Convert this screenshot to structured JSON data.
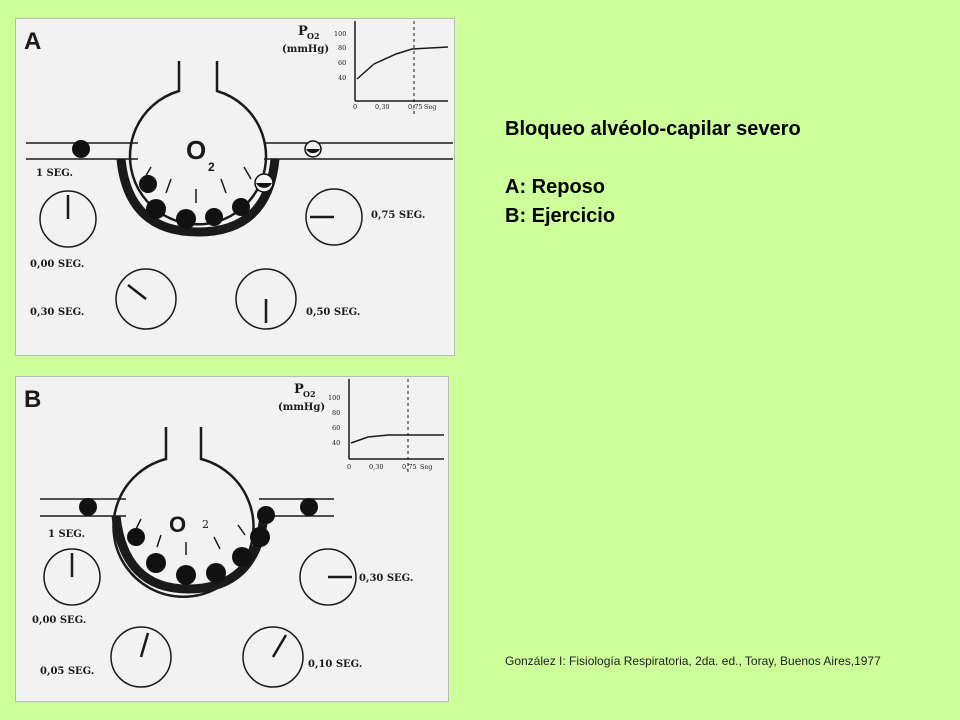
{
  "title": "Bloqueo alvéolo-capilar severo",
  "labels": {
    "a": "A: Reposo",
    "b": "B: Ejercicio"
  },
  "citation": "González I: Fisiología Respiratoria, 2da. ed., Toray, Buenos Aires,1977",
  "panel_a": {
    "letter": "A",
    "graph": {
      "title_main": "P",
      "title_sub": "O2",
      "unit": "(mmHg)",
      "y_ticks": [
        "100",
        "80",
        "60",
        "40"
      ],
      "x_ticks": [
        "0",
        "0,30",
        "0,75",
        "Seg"
      ]
    },
    "chamber_label": "O",
    "chamber_sub": "2",
    "clock_labels": [
      "1 SEG.",
      "0,75 SEG.",
      "0,00 SEG.",
      "0,30 SEG.",
      "0,50 SEG."
    ]
  },
  "panel_b": {
    "letter": "B",
    "graph": {
      "title_main": "P",
      "title_sub": "O2",
      "unit": "(mmHg)",
      "y_ticks": [
        "100",
        "80",
        "60",
        "40"
      ],
      "x_ticks": [
        "0",
        "0,30",
        "0,75",
        "Seg"
      ]
    },
    "chamber_label": "O",
    "chamber_sub": "2",
    "clock_labels": [
      "1 SEG.",
      "0,30 SEG.",
      "0,00 SEG.",
      "0,05 SEG.",
      "0,10 SEG."
    ]
  }
}
